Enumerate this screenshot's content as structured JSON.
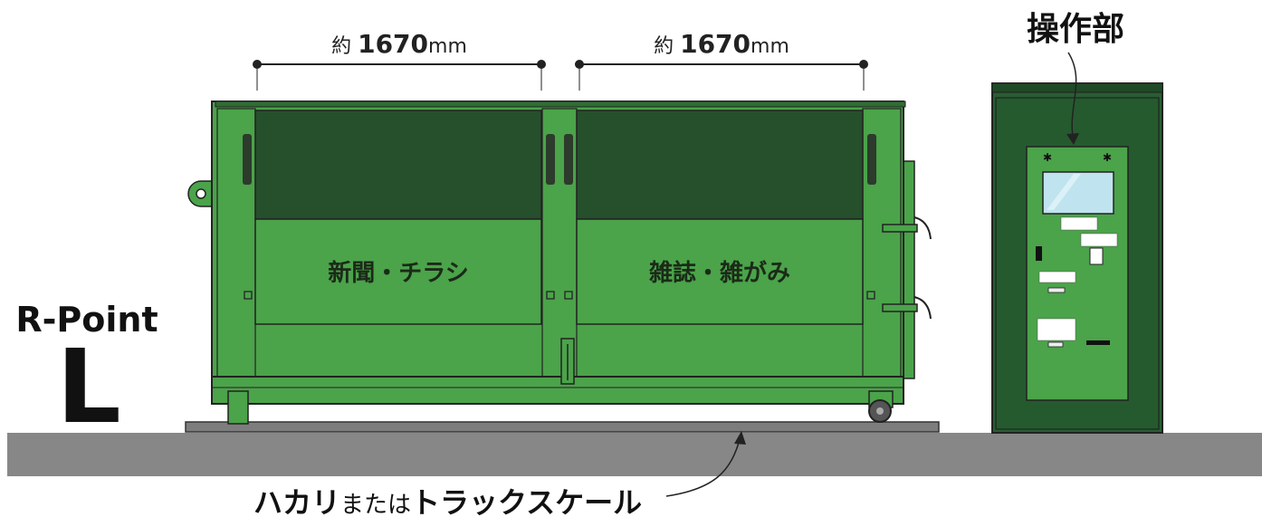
{
  "brand": {
    "line1": "R-Point",
    "line2": "L"
  },
  "dimensions": [
    {
      "prefix": "約 ",
      "value": "1670",
      "unit": "mm"
    },
    {
      "prefix": "約 ",
      "value": "1670",
      "unit": "mm"
    }
  ],
  "compartments": [
    {
      "label": "新聞・チラシ"
    },
    {
      "label": "雑誌・雑がみ"
    }
  ],
  "callouts": {
    "control_panel": "操作部",
    "scale_bold1": "ハカリ",
    "scale_mid": "または",
    "scale_bold2": "トラックスケール"
  },
  "colors": {
    "green_body": "#4ba34a",
    "green_dark": "#264f2c",
    "green_cabinet": "#2a5c33",
    "ground": "#878787"
  }
}
